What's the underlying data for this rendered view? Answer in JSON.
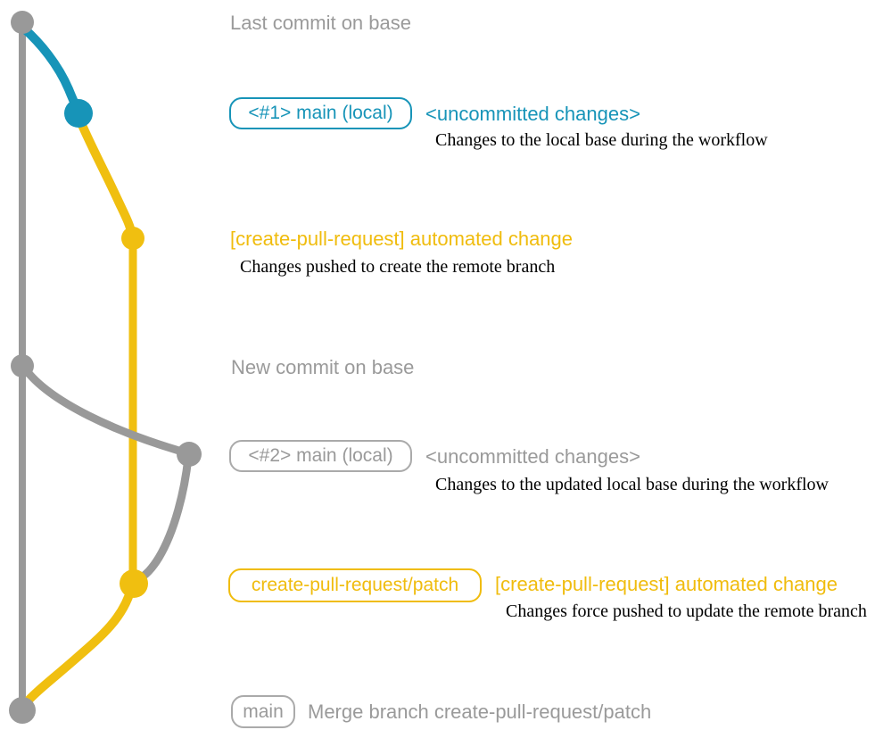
{
  "colors": {
    "base_gray": "#999999",
    "label_gray": "#9a9a9a",
    "teal": "#1794b8",
    "yellow": "#f0bf10",
    "description_black": "#000000"
  },
  "graph": {
    "events": {
      "last_commit_on_base": "Last commit on base",
      "new_commit_on_base": "New commit on base"
    },
    "nodes": [
      "base-commit-1",
      "local-commit-1",
      "patch-commit-1",
      "base-commit-2",
      "local-commit-2",
      "patch-commit-2",
      "merge-commit"
    ]
  },
  "rows": {
    "local1": {
      "badge": "<#1> main (local)",
      "status": "<uncommitted changes>",
      "description": "Changes to the local base during the workflow"
    },
    "push1": {
      "commit": "[create-pull-request] automated change",
      "description": "Changes pushed to create the remote branch"
    },
    "local2": {
      "badge": "<#2> main (local)",
      "status": "<uncommitted changes>",
      "description": "Changes to the updated local base during the workflow"
    },
    "push2": {
      "badge": "create-pull-request/patch",
      "commit": "[create-pull-request] automated change",
      "description": "Changes force pushed to update the remote branch"
    },
    "merge": {
      "badge": "main",
      "commit": "Merge branch create-pull-request/patch"
    }
  }
}
